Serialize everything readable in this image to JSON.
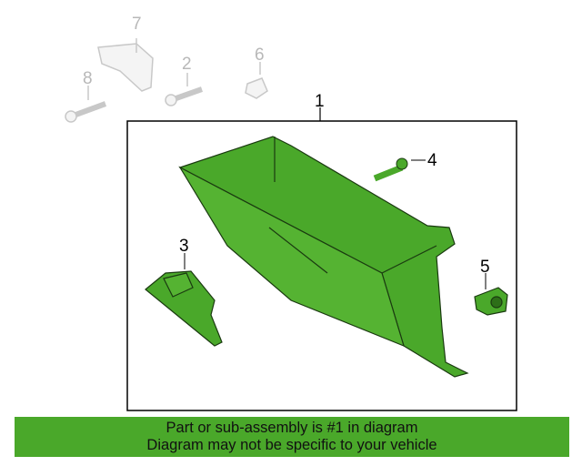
{
  "diagram": {
    "callouts": [
      {
        "label": "1",
        "part": "glove-box"
      },
      {
        "label": "2",
        "part": "bolt"
      },
      {
        "label": "3",
        "part": "latch"
      },
      {
        "label": "4",
        "part": "bolt"
      },
      {
        "label": "5",
        "part": "bumper"
      },
      {
        "label": "6",
        "part": "stop"
      },
      {
        "label": "7",
        "part": "bracket"
      },
      {
        "label": "8",
        "part": "bolt"
      }
    ],
    "highlight_color": "#4aa82a"
  },
  "banner": {
    "line1": "Part or sub-assembly is #1 in diagram",
    "line2": "Diagram may not be specific to your vehicle"
  }
}
